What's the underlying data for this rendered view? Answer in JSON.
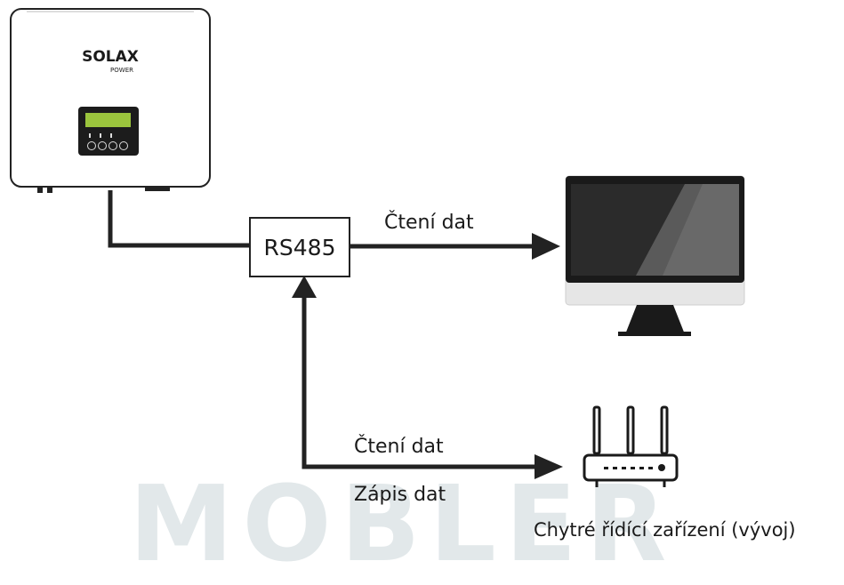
{
  "watermark": "MOBLER",
  "inverter": {
    "brand": "SOLAX",
    "sub": "POWER"
  },
  "rs485": {
    "label": "RS485"
  },
  "arrow_monitor": {
    "label": "Čtení dat"
  },
  "arrow_device": {
    "label_read": "Čtení dat",
    "label_write": "Zápis dat"
  },
  "device": {
    "caption": "Chytré řídící zařízení (vývoj)"
  },
  "colors": {
    "line": "#222222",
    "lcd": "#9bc53d",
    "watermark": "#e2e8ea"
  }
}
